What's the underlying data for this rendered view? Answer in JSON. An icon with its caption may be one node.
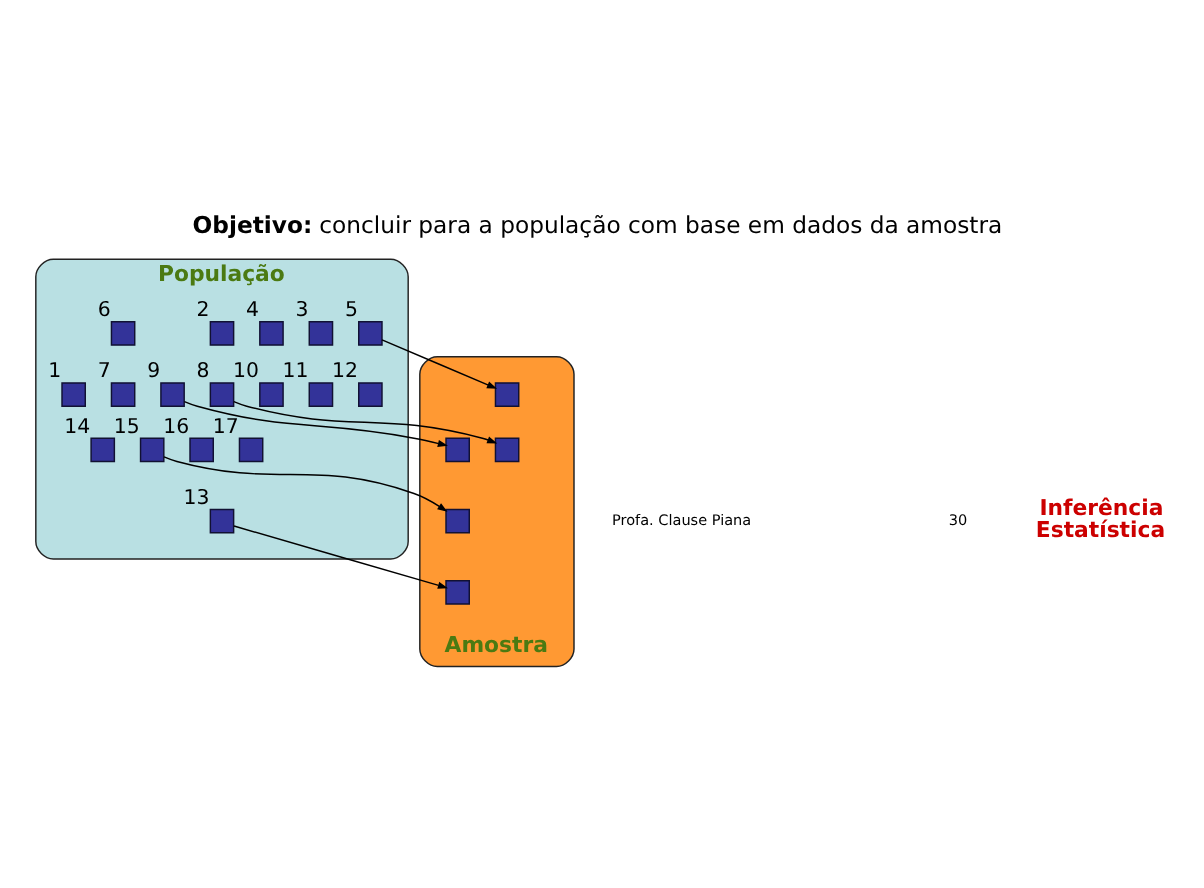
{
  "diagram": {
    "title": "**Objetivo:** concluir para a população com base em dados da amostra",
    "nodes": [
      {
        "text": [
          "População"
        ]
      },
      {
        "text": [],
        "shape": "box",
        "in": 0,
        "beside": [
          "1"
        ]
      },
      {
        "text": [],
        "shape": "box",
        "in": 0,
        "beside": [
          "2"
        ]
      },
      {
        "text": [],
        "shape": "box",
        "in": 0,
        "beside": [
          "3"
        ]
      },
      {
        "text": [],
        "shape": "box",
        "in": 0,
        "beside": [
          "4"
        ]
      },
      {
        "text": [],
        "shape": "box",
        "in": 0,
        "beside": [
          "5"
        ]
      },
      {
        "text": [],
        "shape": "box",
        "in": 0,
        "beside": [
          "6"
        ]
      },
      {
        "text": [],
        "shape": "box",
        "in": 0,
        "beside": [
          "7"
        ]
      },
      {
        "text": [],
        "shape": "box",
        "in": 0,
        "beside": [
          "8"
        ]
      },
      {
        "text": [],
        "shape": "box",
        "in": 0,
        "beside": [
          "9"
        ]
      },
      {
        "text": [],
        "shape": "box",
        "in": 0,
        "beside": [
          "10"
        ]
      },
      {
        "text": [],
        "shape": "box",
        "in": 0,
        "beside": [
          "11"
        ]
      },
      {
        "text": [],
        "shape": "box",
        "in": 0,
        "beside": [
          "12"
        ]
      },
      {
        "text": [],
        "shape": "box",
        "in": 0,
        "beside": [
          "13"
        ]
      },
      {
        "text": [],
        "shape": "box",
        "in": 0,
        "beside": [
          "14"
        ]
      },
      {
        "text": [],
        "shape": "box",
        "in": 0,
        "beside": [
          "15"
        ]
      },
      {
        "text": [],
        "shape": "box",
        "in": 0,
        "beside": [
          "16"
        ]
      },
      {
        "text": [],
        "shape": "box",
        "in": 0,
        "beside": [
          "17"
        ]
      },
      {
        "text": [
          "Amostra"
        ]
      },
      {
        "text": [],
        "shape": "box",
        "in": 18
      },
      {
        "text": [],
        "shape": "box",
        "in": 18
      },
      {
        "text": [],
        "shape": "box",
        "in": 18
      },
      {
        "text": [],
        "shape": "box",
        "in": 18
      },
      {
        "text": [],
        "shape": "box",
        "in": 18
      }
    ],
    "edges": [
      {
        "from": 15,
        "to": 19,
        "arrow": "to"
      },
      {
        "from": 5,
        "to": 20,
        "arrow": "to"
      },
      {
        "from": 13,
        "to": 21,
        "arrow": "to"
      },
      {
        "from": 9,
        "to": 22,
        "arrow": "to"
      },
      {
        "from": 8,
        "to": 23,
        "arrow": "to"
      }
    ],
    "labels": [
      "Inferência Estatística",
      "Profa. Clause Piana",
      "30"
    ]
  }
}
